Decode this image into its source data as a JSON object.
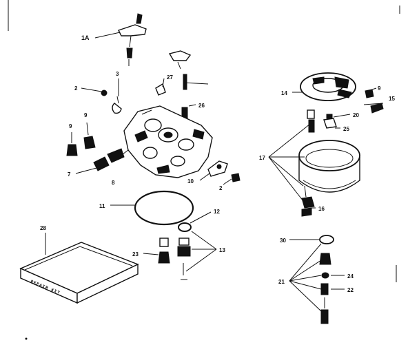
{
  "callouts": {
    "c_1a": "1A",
    "c_2_top": "2",
    "c_3": "3",
    "c_27": "27",
    "c_26": "26",
    "c_9a": "9",
    "c_9b": "9",
    "c_7": "7",
    "c_8": "8",
    "c_10": "10",
    "c_2_right": "2",
    "c_11": "11",
    "c_12": "12",
    "c_13": "13",
    "c_23": "23",
    "c_28": "28",
    "c_14": "14",
    "c_9_right": "9",
    "c_15": "15",
    "c_20": "20",
    "c_25": "25",
    "c_17": "17",
    "c_16": "16",
    "c_30": "30",
    "c_21": "21",
    "c_24": "24",
    "c_22": "22"
  },
  "package": {
    "label": "REPAIR KIT"
  }
}
